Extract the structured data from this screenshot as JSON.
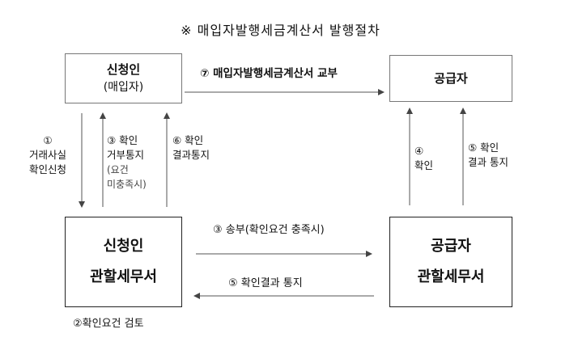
{
  "title": "※ 매입자발행세금계산서 발행절차",
  "boxes": {
    "buyer": {
      "line1": "신청인",
      "line2": "(매입자)"
    },
    "supplier": {
      "line1": "공급자"
    },
    "buyer_office": {
      "line1": "신청인",
      "line2": "관할세무서"
    },
    "supplier_office": {
      "line1": "공급자",
      "line2": "관할세무서"
    }
  },
  "steps": {
    "s7": "⑦ 매입자발행세금계산서 교부",
    "s1_num": "①",
    "s1_l1": "거래사실",
    "s1_l2": "확인신청",
    "s3a_l1": "③ 확인",
    "s3a_l2": "거부통지",
    "s3a_l3": "(요건",
    "s3a_l4": "미충족시)",
    "s6_l1": "⑥ 확인",
    "s6_l2": "결과통지",
    "s4_num": "④",
    "s4_label": "확인",
    "s5a_l1": "⑤ 확인",
    "s5a_l2": "결과 통지",
    "s3_send": "③ 송부(확인요건 충족시)",
    "s5_notify": "⑤ 확인결과 통지",
    "s2_review": "②확인요건 검토"
  }
}
